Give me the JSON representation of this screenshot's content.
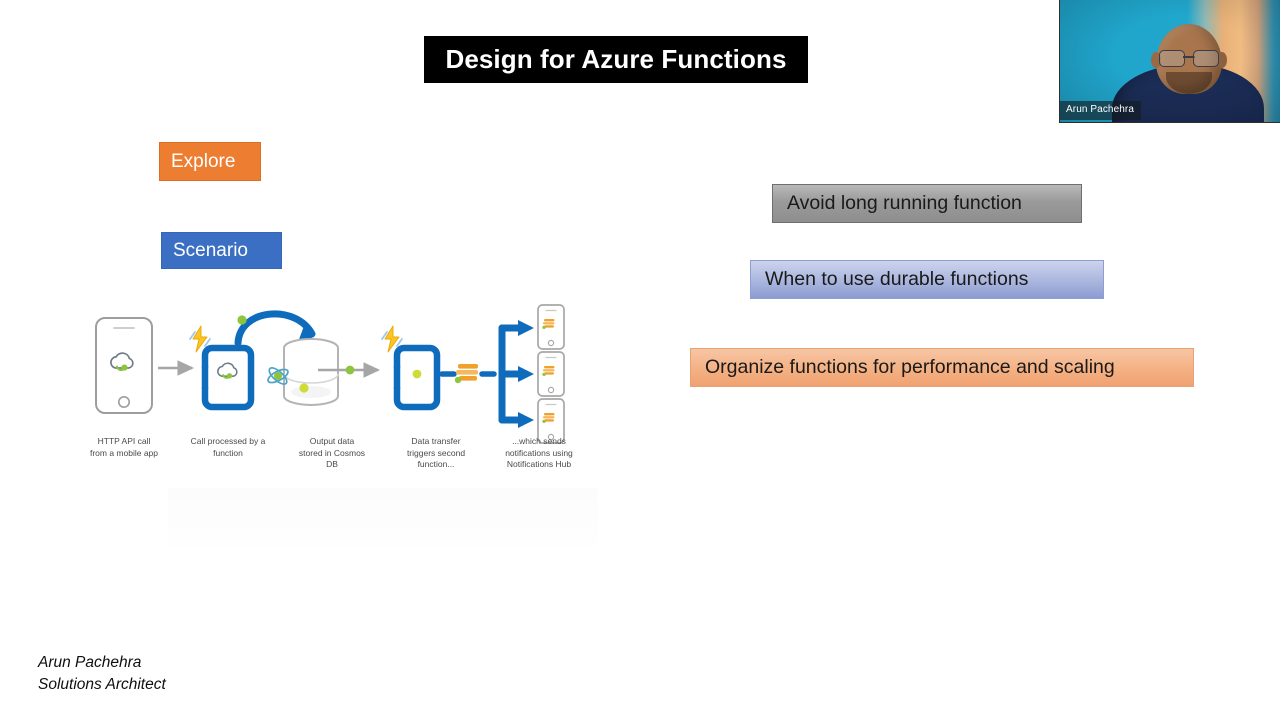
{
  "slide": {
    "title": "Design for Azure Functions",
    "chips": [
      {
        "label": "Explore",
        "color": "#ED7D31",
        "name": "explore"
      },
      {
        "label": "Scenario",
        "color": "#3B6FC4",
        "name": "scenario"
      }
    ],
    "bullets": [
      {
        "label": "Avoid long running function",
        "color": "#9A9A9A"
      },
      {
        "label": "When to use durable functions",
        "color": "#AAB6DE"
      },
      {
        "label": "Organize functions for performance and scaling",
        "color": "#F4B183"
      }
    ],
    "diagram": {
      "alt": "Azure Functions serverless scenario: mobile HTTP call triggers a function, output stored in Cosmos DB, change triggers a second function which sends notifications via Notification Hubs",
      "captions": [
        "HTTP API call\nfrom a mobile app",
        "Call processed by a\nfunction",
        "Output data\nstored in Cosmos\nDB",
        "Data transfer\ntriggers second\nfunction...",
        "...which sends\nnotifications using\nNotifications Hub"
      ],
      "colors": {
        "azure_blue": "#0F6CBD",
        "arrow_gray": "#A6A6A6",
        "device_gray": "#9E9E9E",
        "bolt_yellow": "#FFC425",
        "cosmos_green": "#7FBA00",
        "hub_orange": "#F2A02C"
      }
    },
    "footer": {
      "name": "Arun Pachehra",
      "role": "Solutions Architect"
    }
  },
  "webcam": {
    "participant_name": "Arun Pachehra"
  }
}
